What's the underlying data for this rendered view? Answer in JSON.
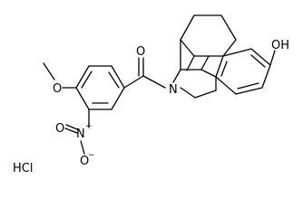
{
  "molecule": {
    "labels": {
      "hydroxyl": "OH",
      "amine_n": "N",
      "ketone_o": "O",
      "methoxy_o": "O",
      "nitro_n": "N",
      "nitro_n_charge": "+",
      "nitro_o_double": "O",
      "nitro_o_single": "O",
      "nitro_o_charge": "−"
    },
    "salt": "HCl"
  },
  "colors": {
    "bond": "#000000",
    "text": "#000000",
    "background": "#ffffff"
  }
}
